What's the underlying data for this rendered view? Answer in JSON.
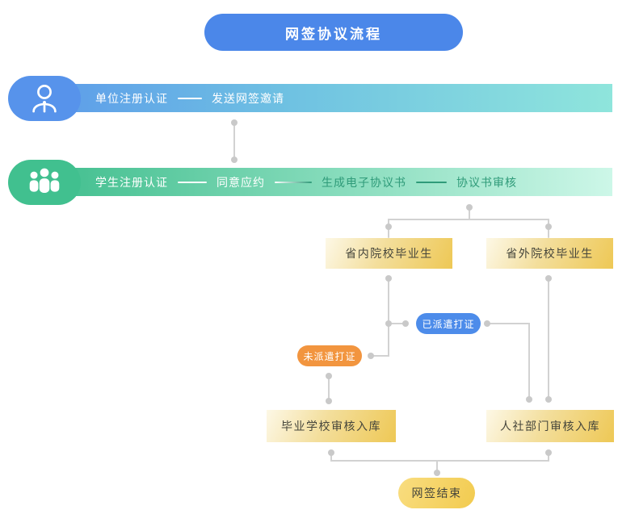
{
  "title": "网签协议流程",
  "lanes": [
    {
      "icon": "person-icon",
      "steps": [
        "单位注册认证",
        "发送网签邀请"
      ]
    },
    {
      "icon": "group-icon",
      "steps": [
        "学生注册认证",
        "同意应约",
        "生成电子协议书",
        "协议书审核"
      ]
    }
  ],
  "flow": {
    "in_province_box": "省内院校毕业生",
    "out_province_box": "省外院校毕业生",
    "dispatched_pill": "已派遣打证",
    "not_dispatched_pill": "未派遣打证",
    "school_review_box": "毕业学校审核入库",
    "hr_dept_review_box": "人社部门审核入库",
    "end_pill": "网签结束"
  },
  "colors": {
    "title_blue": "#4B87E9",
    "lane1_head_blue": "#5793EB",
    "lane1_bar_start": "#5C9AEA",
    "lane1_bar_end": "#8FE5DC",
    "lane2_head_green": "#41C08F",
    "lane2_bar_start": "#3EBD8C",
    "lane2_bar_end": "#CDF7E8",
    "gold_box_start": "#FDF8E6",
    "gold_box_end": "#EEC855",
    "dispatched_blue": "#4D8CEA",
    "not_dispatched_orange": "#F2953F",
    "end_yellow": "#F2CB4F",
    "connector_gray": "#CFCFCF"
  }
}
